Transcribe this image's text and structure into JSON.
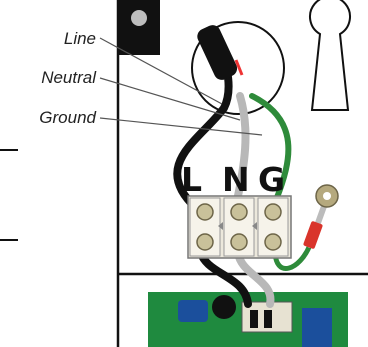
{
  "callouts": {
    "line": "Line",
    "neutral": "Neutral",
    "ground": "Ground"
  },
  "terminal_letters": {
    "line": "L",
    "neutral": "N",
    "ground": "G"
  },
  "wire_colors": {
    "line": "#111111",
    "neutral": "#b8b8b8",
    "ground": "#2e8b3a"
  },
  "colors": {
    "pcb": "#1f8a3f",
    "terminal_block": "#ece8dc",
    "screw": "#c9c19a",
    "ground_lug": "#d9342b",
    "enclosure_outline": "#111111"
  }
}
